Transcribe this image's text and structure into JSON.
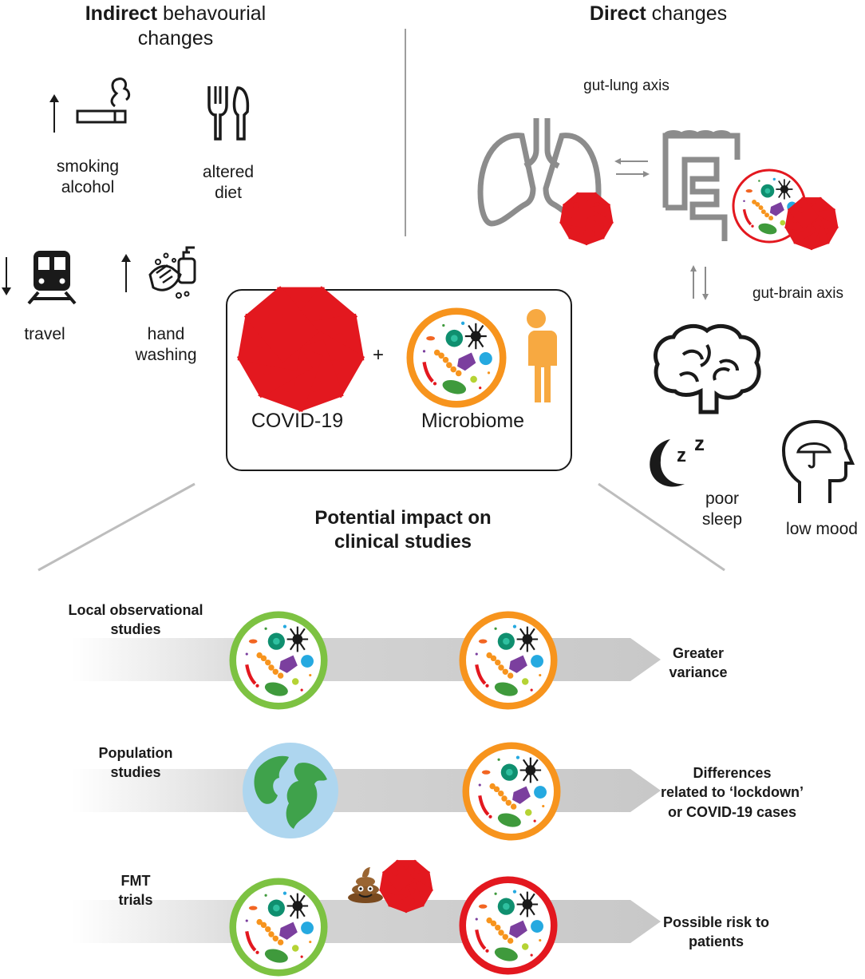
{
  "left_header": {
    "bold": "Indirect",
    "rest": " behavourial",
    "line2": "changes"
  },
  "right_header": {
    "bold": "Direct",
    "rest": " changes"
  },
  "behaviours": {
    "smoking": {
      "line1": "smoking",
      "line2": "alcohol",
      "arrow": "up"
    },
    "diet": {
      "line1": "altered",
      "line2": "diet"
    },
    "travel": {
      "line1": "travel",
      "arrow": "down"
    },
    "hand": {
      "line1": "hand",
      "line2": "washing",
      "arrow": "up"
    }
  },
  "axes": {
    "gut_lung": "gut-lung axis",
    "gut_brain": "gut-brain axis"
  },
  "effects": {
    "sleep_line1": "poor",
    "sleep_line2": "sleep",
    "mood": "low mood"
  },
  "center": {
    "virus": "COVID-19",
    "plus": "+",
    "microbiome": "Microbiome"
  },
  "impact_title": {
    "line1": "Potential impact on",
    "line2": "clinical studies"
  },
  "rows": [
    {
      "label_line1": "Local observational",
      "label_line2": "studies",
      "result_line1": "Greater",
      "result_line2": "variance",
      "result_line3": ""
    },
    {
      "label_line1": "Population",
      "label_line2": "studies",
      "result_line1": "Differences",
      "result_line2": "related to ‘lockdown’",
      "result_line3": "or COVID-19 cases"
    },
    {
      "label_line1": "FMT",
      "label_line2": "trials",
      "result_line1": "Possible risk to",
      "result_line2": "patients",
      "result_line3": ""
    }
  ],
  "colors": {
    "virus": "#e3181f",
    "ring_green": "#7dc242",
    "ring_orange": "#f7941d",
    "ring_red": "#e3181f",
    "person": "#f7a941",
    "arrow_grey": "#cfcfcf",
    "organ_grey": "#8c8c8c"
  },
  "icons": [
    "cigarette-icon",
    "cutlery-icon",
    "train-icon",
    "handwash-icon",
    "lungs-icon",
    "intestine-icon",
    "brain-icon",
    "moon-sleep-icon",
    "head-umbrella-icon",
    "globe-icon",
    "poop-icon",
    "virus-icon",
    "microbiome-icon",
    "person-icon"
  ]
}
